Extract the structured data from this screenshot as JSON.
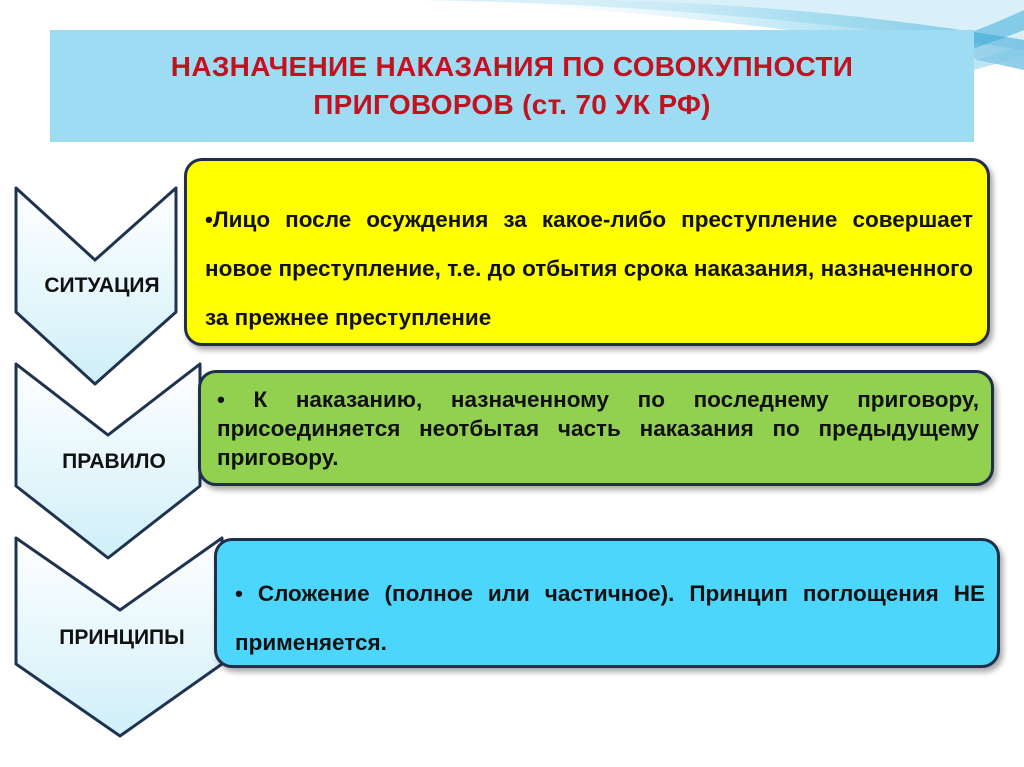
{
  "title": {
    "line1": "НАЗНАЧЕНИЕ НАКАЗАНИЯ ПО СОВОКУПНОСТИ",
    "line2": "ПРИГОВОРОВ (ст. 70 УК РФ)"
  },
  "steps": [
    {
      "label": "СИТУАЦИЯ",
      "text": "•Лицо после осуждения за какое-либо преступление совершает новое преступление, т.е. до отбытия срока наказания, назначенного за прежнее преступление"
    },
    {
      "label": "ПРАВИЛО",
      "text": "• К наказанию, назначенному по последнему приговору, присоединяется неотбытая часть наказания по предыдущему приговору."
    },
    {
      "label": "ПРИНЦИПЫ",
      "text": "• Сложение (полное или частичное). Принцип поглощения НЕ применяется."
    }
  ],
  "colors": {
    "title_bg": "#9edcf3",
    "title_text": "#c1121f",
    "situation_bg": "#ffff00",
    "rule_bg": "#92d050",
    "principles_bg": "#4dd6fb",
    "chevron_light": "#d6f3fb"
  }
}
